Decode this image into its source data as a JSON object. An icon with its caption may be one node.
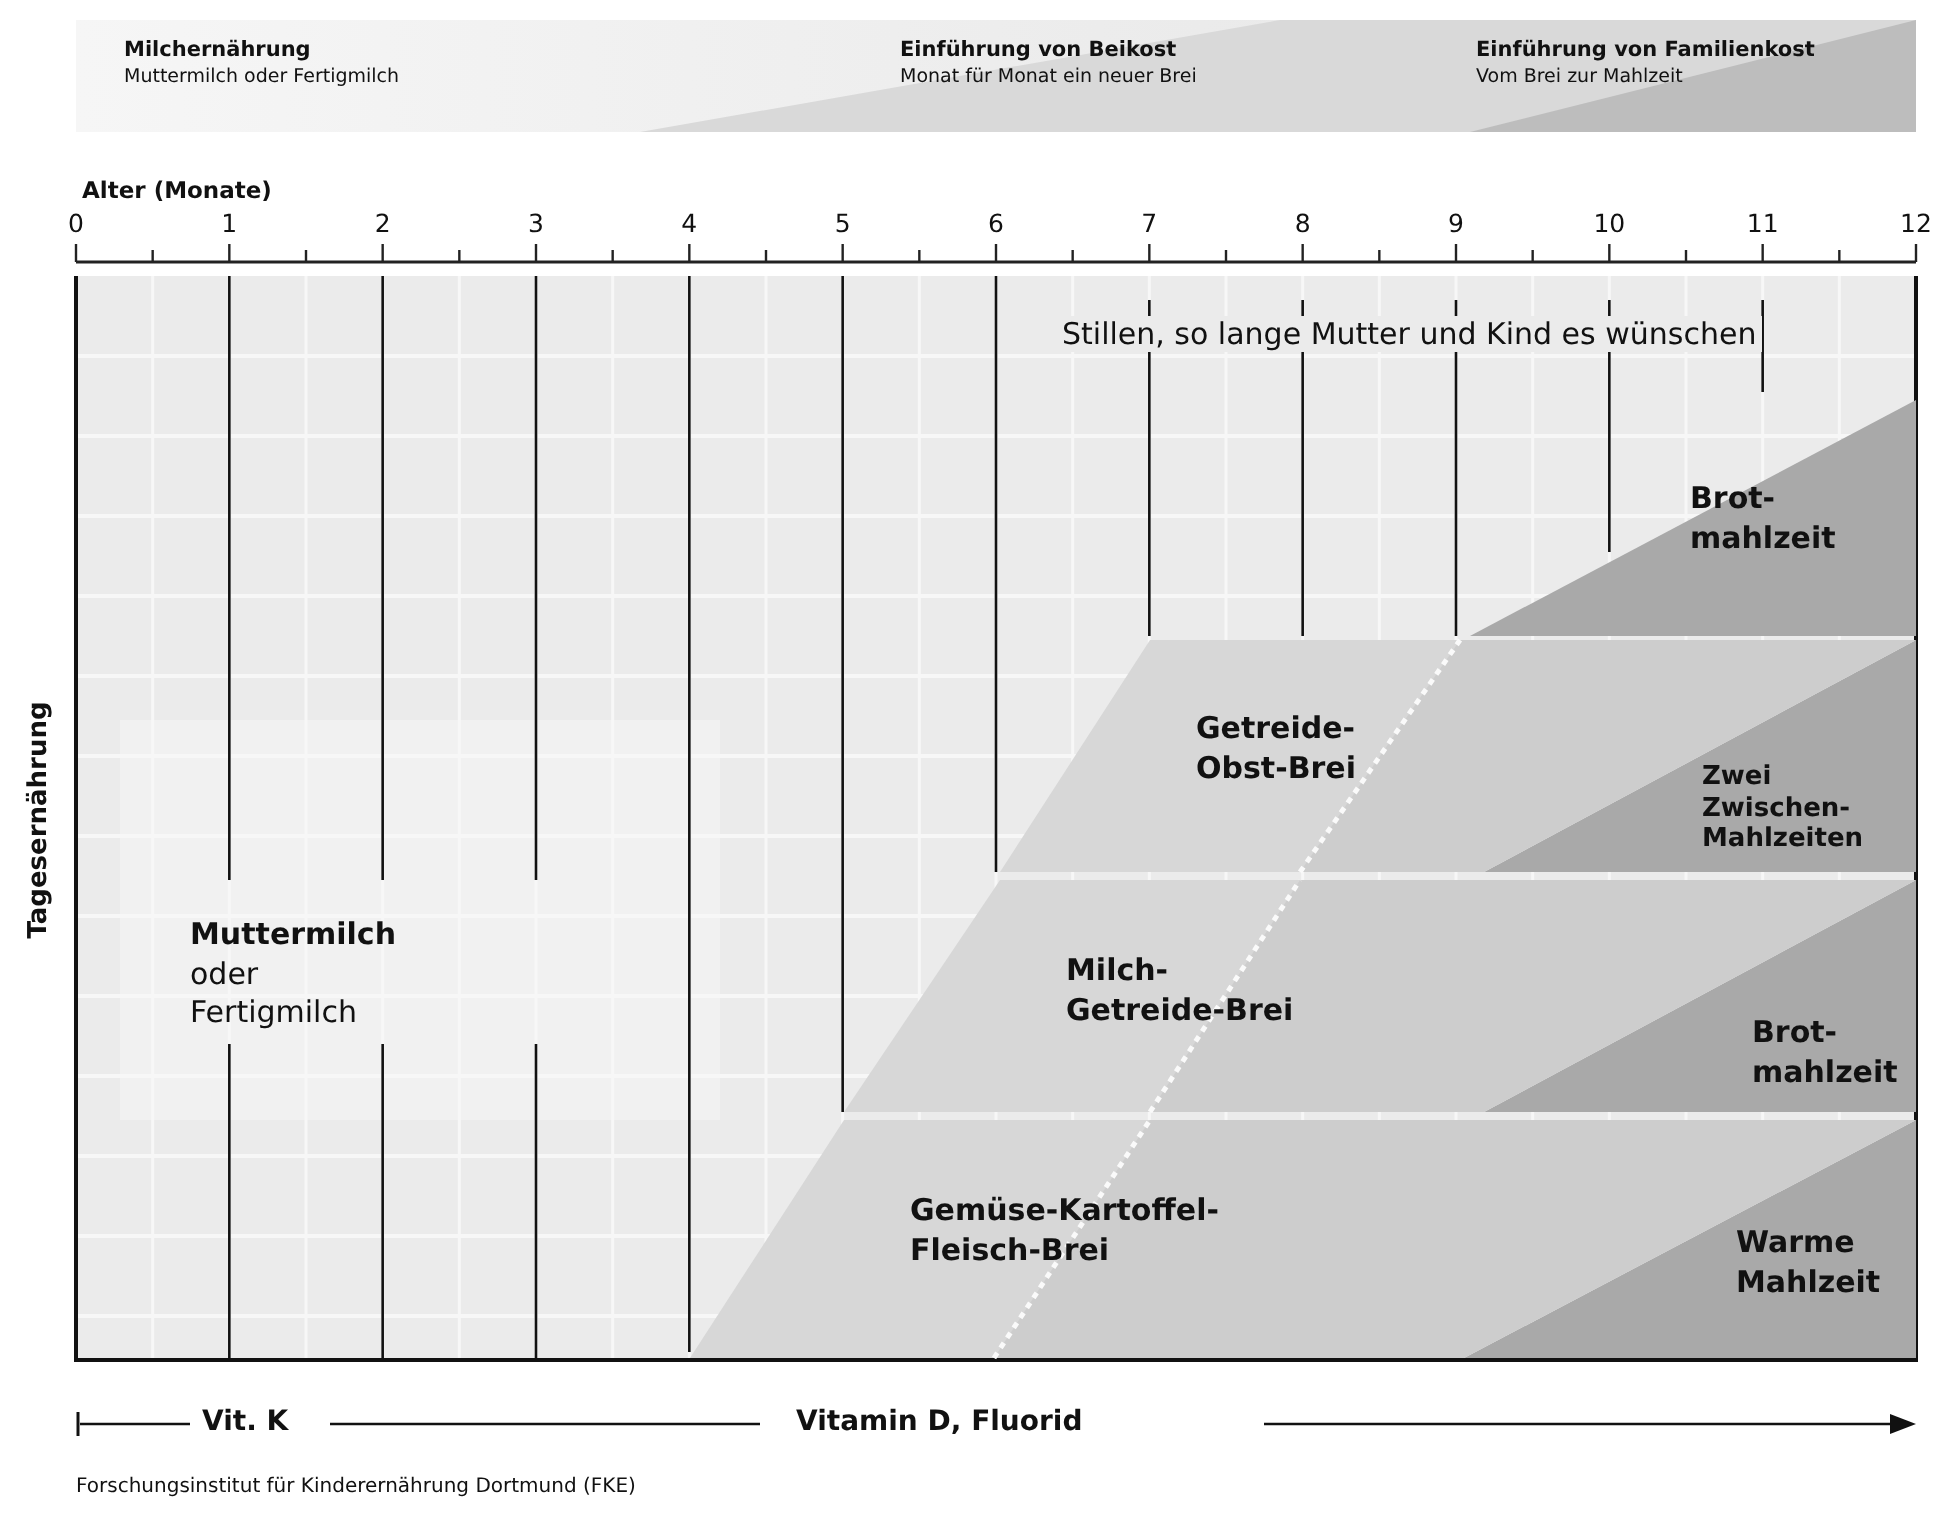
{
  "diagram": {
    "nodes": [
      {
        "text": [
          "Muttermilch",
          "oder Fertigmilch"
        ]
      },
      {
        "text": [
          "Brot- mahlzeit"
        ]
      },
      {
        "text": [
          "Getreide- Obst-Brei"
        ]
      },
      {
        "text": [
          "Zwei Zwischen- Mahlzeiten"
        ],
        "in": 2
      },
      {
        "text": [
          "Milch- Getreide-Brei"
        ]
      },
      {
        "text": [
          "Brot- mahlzeit"
        ],
        "in": 4
      },
      {
        "text": [
          "Gemüse-Kartoffel- Fleisch-Brei"
        ]
      },
      {
        "text": [
          "Warme Mahlzeit"
        ],
        "in": 6
      }
    ],
    "labels": [
      "Milchernährung",
      "Muttermilch oder Fertigmilch",
      "Einführung von Beikost",
      "Monat für Monat ein neuer Brei",
      "Einführung von Familienkost",
      "Vom Brei zur Mahlzeit",
      "Alter (Monate)",
      "0",
      "1",
      "2",
      "3",
      "4",
      "5",
      "6",
      "7",
      "8",
      "9",
      "10",
      "11",
      "12",
      "Tagesernährung",
      "Stillen, so lange Mutter und Kind es wünschen",
      "Vit. K",
      "Vitamin D, Fluorid",
      "Forschungsinstitut für Kinderernährung Dortmund (FKE)"
    ]
  }
}
